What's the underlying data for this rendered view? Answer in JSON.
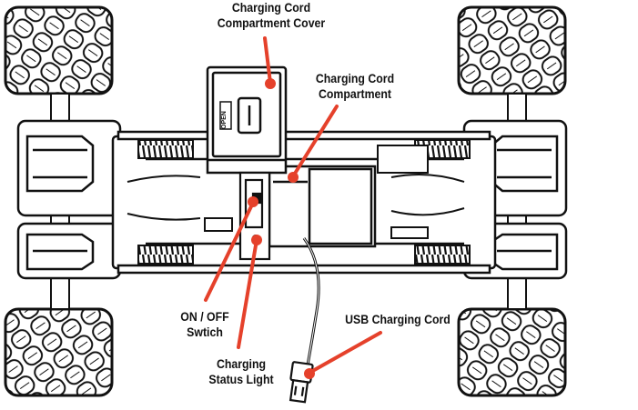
{
  "labels": {
    "cover": {
      "line1": "Charging Cord",
      "line2": "Compartment Cover"
    },
    "compartment": {
      "line1": "Charging Cord",
      "line2": "Compartment"
    },
    "switch": {
      "line1": "ON / OFF",
      "line2": "Swtich"
    },
    "light": {
      "line1": "Charging",
      "line2": "Status Light"
    },
    "usb": {
      "line1": "USB Charging Cord"
    },
    "open_tag": "OPEN"
  },
  "colors": {
    "callout": "#e5412b",
    "ink": "#111111"
  }
}
